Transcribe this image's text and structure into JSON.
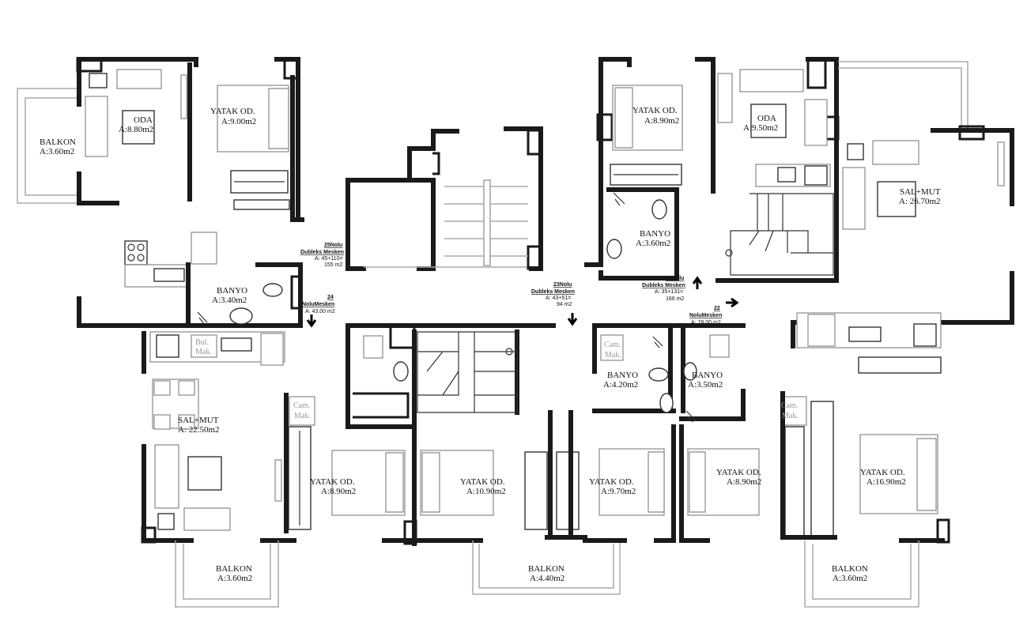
{
  "rooms": {
    "balkon_top_left": {
      "name": "BALKON",
      "area": "A:3.60m2"
    },
    "oda_left": {
      "name": "ODA",
      "area": "A:8.80m2"
    },
    "yatak_top_left": {
      "name": "YATAK OD.",
      "area": "A:9.00m2"
    },
    "banyo_left": {
      "name": "BANYO",
      "area": "A:3.40m2"
    },
    "sal_mut_left": {
      "name": "SAL+MUT",
      "area": "A: 22.50m2"
    },
    "yatak_bottom_1": {
      "name": "YATAK OD.",
      "area": "A:8.90m2"
    },
    "yatak_bottom_2": {
      "name": "YATAK OD.",
      "area": "A:10.90m2"
    },
    "yatak_bottom_3": {
      "name": "YATAK OD.",
      "area": "A:9.70m2"
    },
    "yatak_bottom_4": {
      "name": "YATAK OD.",
      "area": "A:8.90m2"
    },
    "yatak_bottom_5": {
      "name": "YATAK OD.",
      "area": "A:16.90m2"
    },
    "balkon_bottom_left": {
      "name": "BALKON",
      "area": "A:3.60m2"
    },
    "balkon_bottom_mid": {
      "name": "BALKON",
      "area": "A:4.40m2"
    },
    "balkon_bottom_right": {
      "name": "BALKON",
      "area": "A:3.60m2"
    },
    "yatak_top_right": {
      "name": "YATAK OD.",
      "area": "A:8.90m2"
    },
    "oda_right": {
      "name": "ODA",
      "area": "A:9.50m2"
    },
    "sal_mut_right": {
      "name": "SAL+MUT",
      "area": "A: 26.70m2"
    },
    "banyo_top_right": {
      "name": "BANYO",
      "area": "A:3.60m2"
    },
    "banyo_mid_1": {
      "name": "BANYO",
      "area": "A:4.20m2"
    },
    "banyo_mid_2": {
      "name": "BANYO",
      "area": "A:3.50m2"
    }
  },
  "appliances": {
    "bul_mak": [
      "Bul.",
      "Mak."
    ],
    "cam_mak_left": [
      "Cam.",
      "Mak."
    ],
    "cam_mak_mid": [
      "Cam.",
      "Mak."
    ],
    "cam_mak_right": [
      "Cam.",
      "Mak."
    ]
  },
  "units": {
    "u25": {
      "title": "25Nolu",
      "sub": "Dubleks Mesken",
      "area": "A: 45+110=",
      "total": "155 m2"
    },
    "u24": {
      "title": "24",
      "sub": "NoluMesken",
      "area": "A: 43.00 m2"
    },
    "u23": {
      "title": "23Nolu",
      "sub": "Dubleks Mesken",
      "area": "A: 43+51=",
      "total": "94 m2"
    },
    "u21": {
      "title": "21Nolu",
      "sub": "Dubleks Mesken",
      "area": "A: 35+131=",
      "total": "166 m2"
    },
    "u22": {
      "title": "22",
      "sub": "NoluMesken",
      "area": "A: 78.00 m2"
    }
  }
}
